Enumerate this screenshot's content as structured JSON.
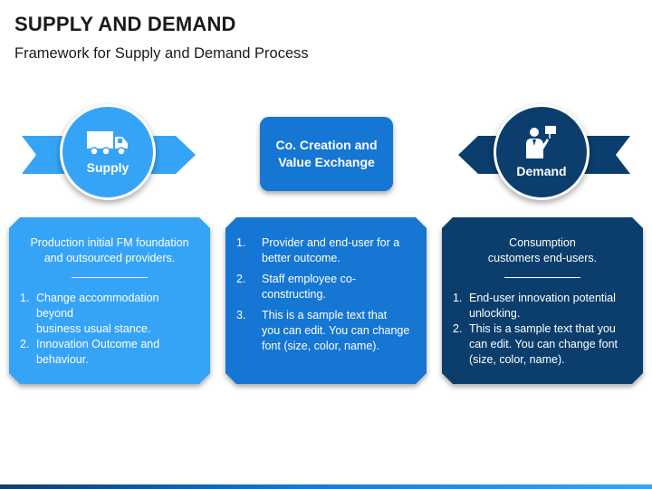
{
  "header": {
    "title": "SUPPLY AND DEMAND",
    "subtitle": "Framework for Supply and Demand Process"
  },
  "colors": {
    "light_blue": "#36a4f6",
    "mid_blue": "#1676d3",
    "dark_blue": "#0b3e6c"
  },
  "supply": {
    "label": "Supply",
    "icon": "truck-icon",
    "intro": [
      "Production initial FM foundation",
      "and outsourced providers."
    ],
    "items": [
      {
        "num": "1.",
        "lines": [
          "Change accommodation beyond",
          "business usual stance."
        ]
      },
      {
        "num": "2.",
        "lines": [
          "Innovation Outcome and",
          "behaviour."
        ]
      }
    ]
  },
  "center": {
    "label_lines": [
      "Co. Creation and",
      "Value Exchange"
    ],
    "items": [
      {
        "num": "1.",
        "lines": [
          "Provider and end-user for a",
          "better outcome."
        ]
      },
      {
        "num": "2.",
        "lines": [
          "Staff employee co-",
          "constructing."
        ]
      },
      {
        "num": "3.",
        "lines": [
          "This is a sample text that",
          "you can edit. You can change",
          "font (size, color, name)."
        ]
      }
    ]
  },
  "demand": {
    "label": "Demand",
    "icon": "person-with-sign-icon",
    "intro": [
      "Consumption",
      "customers end-users."
    ],
    "items": [
      {
        "num": "1.",
        "lines": [
          "End-user innovation potential",
          "unlocking."
        ]
      },
      {
        "num": "2.",
        "lines": [
          "This is a sample text that you",
          "can edit. You can change font",
          "(size, color, name)."
        ]
      }
    ]
  }
}
